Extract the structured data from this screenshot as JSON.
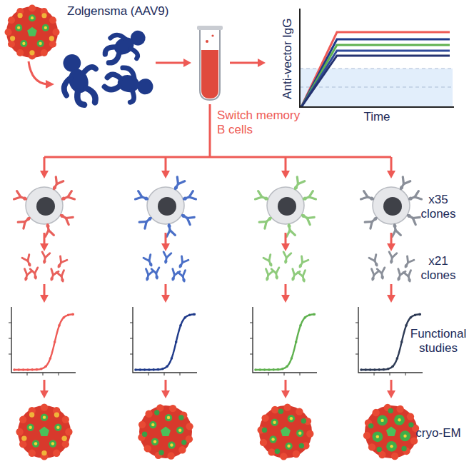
{
  "diagram": {
    "labels": [
      "Zolgensma (AAV9)",
      "Anti-vector IgG",
      "Time",
      "Switch memory B cells",
      "x35 clones",
      "x21 clones",
      "Functional studies",
      "cryo-EM"
    ]
  }
}
